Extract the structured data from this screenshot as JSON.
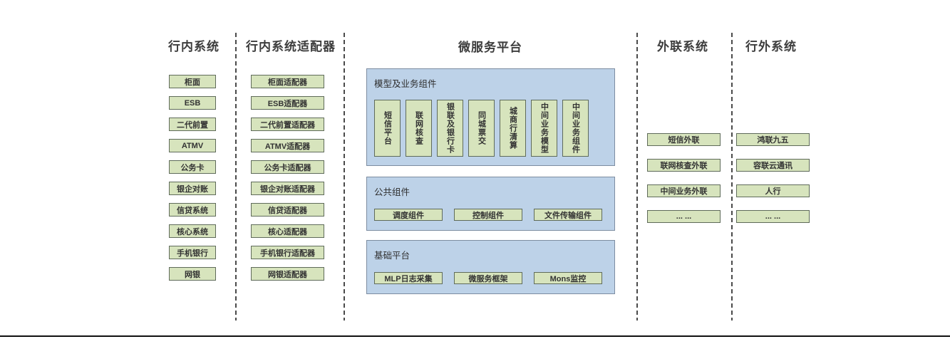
{
  "colors": {
    "box_fill": "#d7e4bd",
    "box_border": "#5f6b5a",
    "panel_fill": "#bdd2e8",
    "panel_border": "#7d8da1",
    "divider": "#4a4a4a",
    "heading": "#3d3d3d",
    "box_text": "#333333",
    "bottom_line": "#111111"
  },
  "columns": {
    "internal_systems": {
      "header": "行内系统",
      "items": [
        "柜面",
        "ESB",
        "二代前置",
        "ATMV",
        "公务卡",
        "银企对账",
        "信贷系统",
        "核心系统",
        "手机银行",
        "网银"
      ]
    },
    "internal_adapters": {
      "header": "行内系统适配器",
      "items": [
        "柜面适配器",
        "ESB适配器",
        "二代前置适配器",
        "ATMV适配器",
        "公务卡适配器",
        "银企对账适配器",
        "信贷适配器",
        "核心适配器",
        "手机银行适配器",
        "网银适配器"
      ]
    },
    "external_link_systems": {
      "header": "外联系统",
      "items": [
        "短信外联",
        "联网核查外联",
        "中间业务外联",
        "... ..."
      ]
    },
    "outside_systems": {
      "header": "行外系统",
      "items": [
        "鸿联九五",
        "容联云通讯",
        "人行",
        "... ..."
      ]
    }
  },
  "platform": {
    "header": "微服务平台",
    "panels": {
      "model_business": {
        "title": "模型及业务组件",
        "items": [
          "短信平台",
          "联网核查",
          "银联及银行卡",
          "同城票交",
          "城商行清算",
          "中间业务模型",
          "中间业务组件"
        ]
      },
      "common": {
        "title": "公共组件",
        "items": [
          "调度组件",
          "控制组件",
          "文件传输组件"
        ]
      },
      "base": {
        "title": "基础平台",
        "items": [
          "MLP日志采集",
          "微服务框架",
          "Mons监控"
        ]
      }
    }
  }
}
